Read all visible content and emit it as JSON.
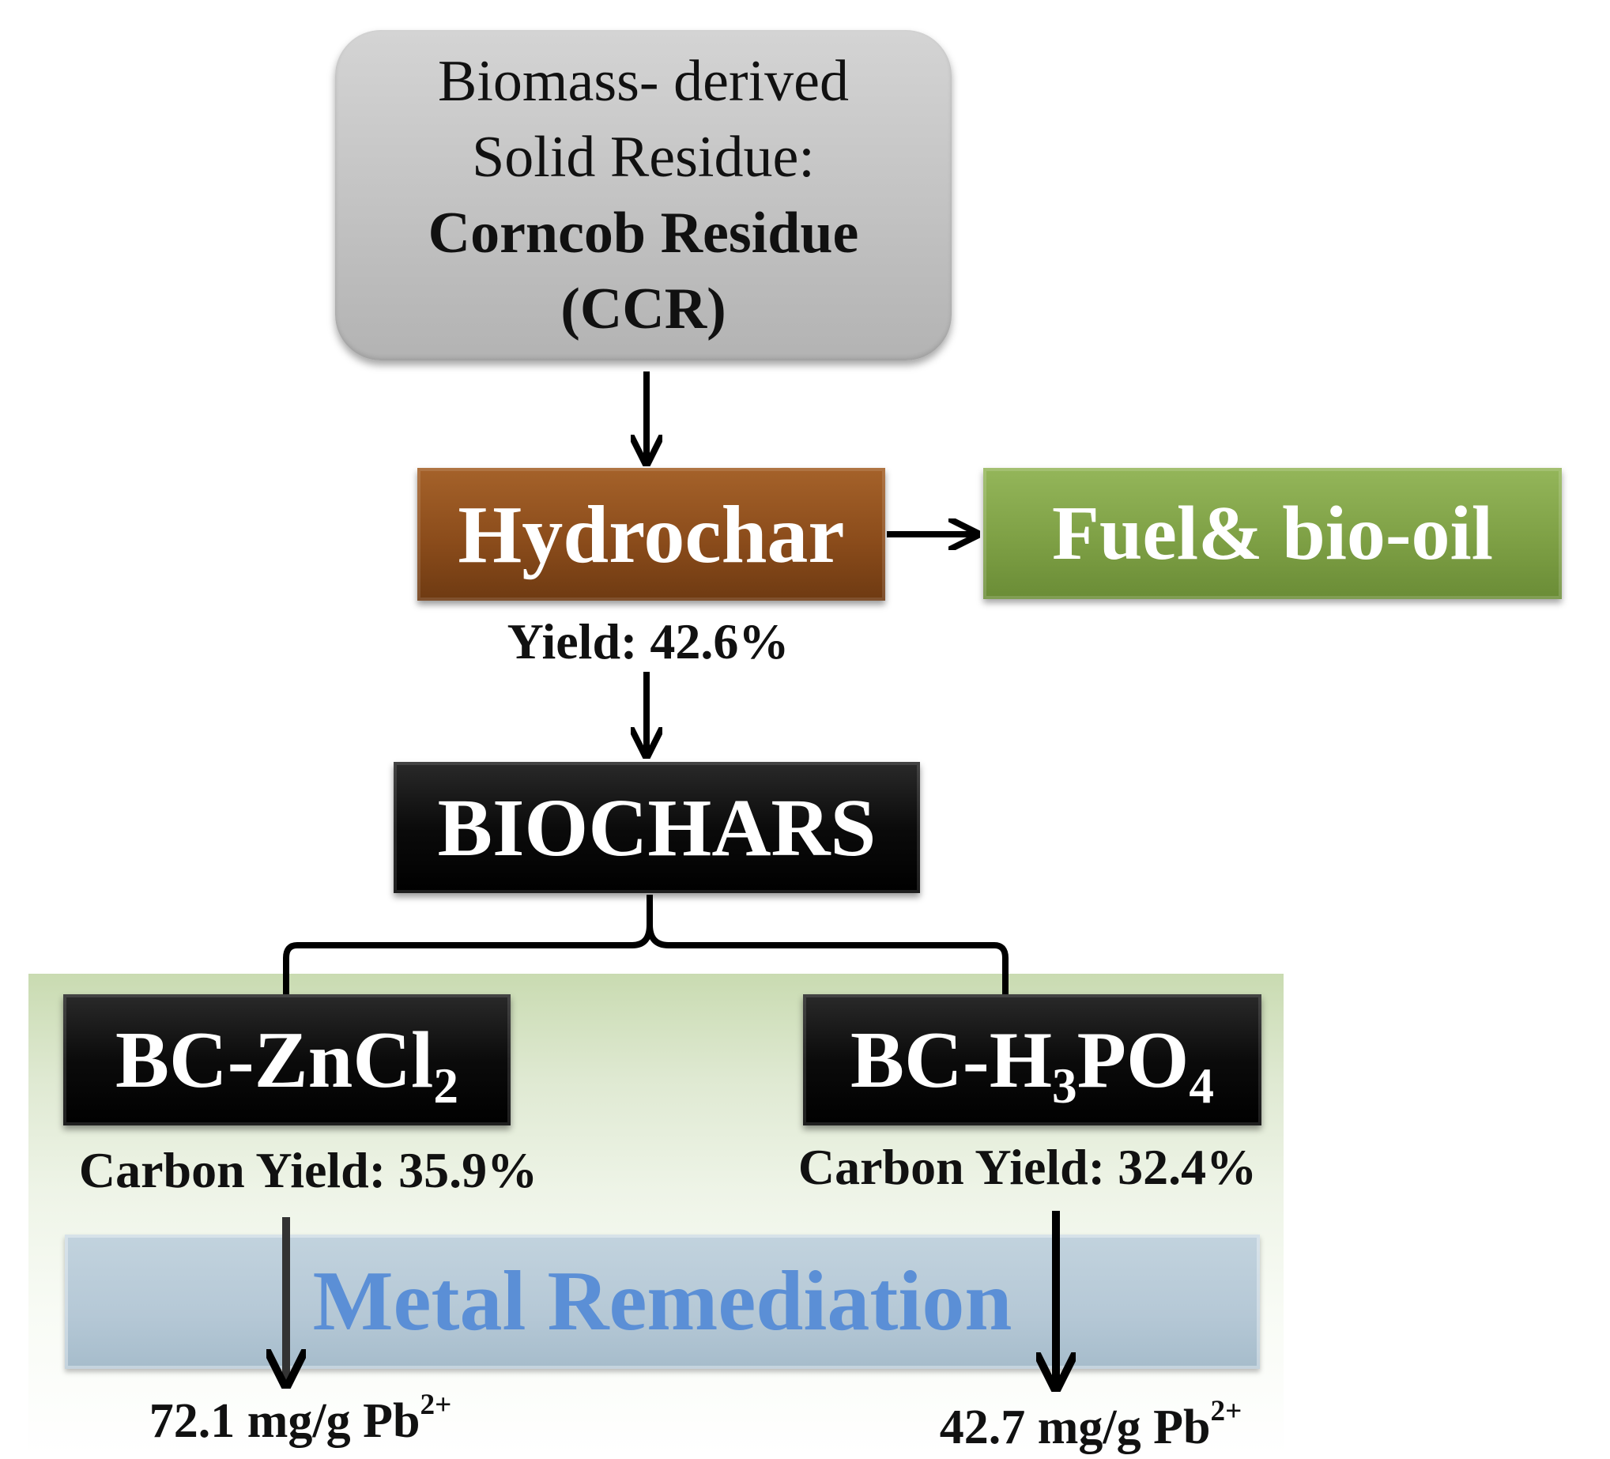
{
  "source": {
    "line1": "Biomass- derived",
    "line2": "Solid Residue:",
    "line3": "Corncob Residue",
    "line4": "(CCR)"
  },
  "hydrochar": {
    "label": "Hydrochar",
    "yield": "Yield: 42.6%"
  },
  "fuel": {
    "label": "Fuel& bio-oil"
  },
  "biochars": {
    "label": "BIOCHARS"
  },
  "bc_zncl2": {
    "prefix": "BC-ZnCl",
    "sub": "2",
    "yield": "Carbon Yield: 35.9%",
    "capacity_value": "72.1 mg/g Pb",
    "capacity_sup": "2+"
  },
  "bc_h3po4": {
    "prefix": "BC-H",
    "sub1": "3",
    "mid": "PO",
    "sub2": "4",
    "yield": "Carbon Yield: 32.4%",
    "capacity_value": "42.7 mg/g Pb",
    "capacity_sup": "2+"
  },
  "metal_remediation": {
    "label": "Metal Remediation"
  },
  "colors": {
    "source_box": "#c2c2c2",
    "hydrochar_box": "#8b4c1b",
    "fuel_box": "#7ea045",
    "dark_box": "#000000",
    "metal_band": "#b5c8d6",
    "metal_text": "#5b8fd6",
    "panel": "#dfe9d2"
  }
}
